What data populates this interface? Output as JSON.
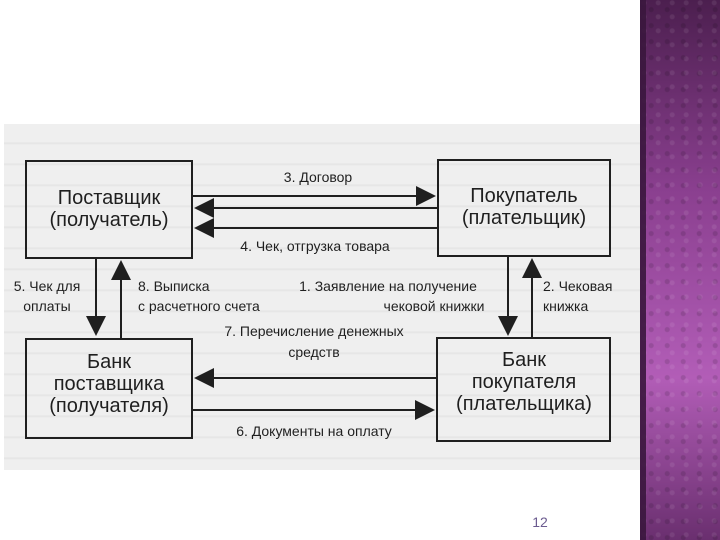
{
  "boxes": {
    "supplier": {
      "line1": "Поставщик",
      "line2": "(получатель)"
    },
    "buyer": {
      "line1": "Покупатель",
      "line2": "(плательщик)"
    },
    "supplier_bank": {
      "line1": "Банк",
      "line2": "поставщика",
      "line3": "(получателя)"
    },
    "buyer_bank": {
      "line1": "Банк",
      "line2": "покупателя",
      "line3": "(плательщика)"
    }
  },
  "labels": {
    "contract": "3. Договор",
    "check_shipment": "4. Чек, отгрузка товара",
    "check_payment_l1": "5. Чек для",
    "check_payment_l2": "оплаты",
    "statement_l1": "8. Выписка",
    "statement_l2": "с расчетного счета",
    "application_l1": "1. Заявление на получение",
    "application_l2": "чековой книжки",
    "checkbook_l1": "2. Чековая",
    "checkbook_l2": "книжка",
    "transfer_l1": "7. Перечисление денежных",
    "transfer_l2": "средств",
    "documents": "6. Документы на оплату"
  },
  "page_number": "12",
  "colors": {
    "scan_bg": "#efefef",
    "ink": "#1f1f1f",
    "band_dark": "#4c1f4f",
    "band_light": "#b25db7",
    "page_number": "#6b5b8f"
  }
}
